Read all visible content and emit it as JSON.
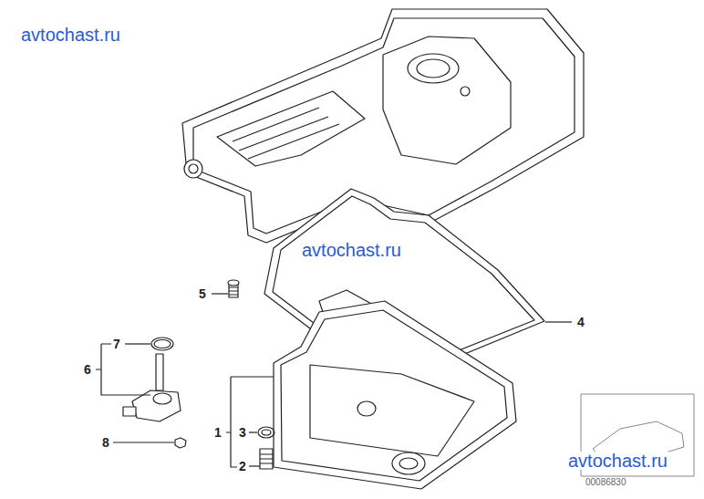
{
  "diagram": {
    "labels": [
      "avtochast.ru",
      "avtochast.ru",
      "5",
      "4",
      "7",
      "6",
      "3",
      "1",
      "8",
      "2",
      "avtochast.ru",
      "00086830"
    ]
  }
}
